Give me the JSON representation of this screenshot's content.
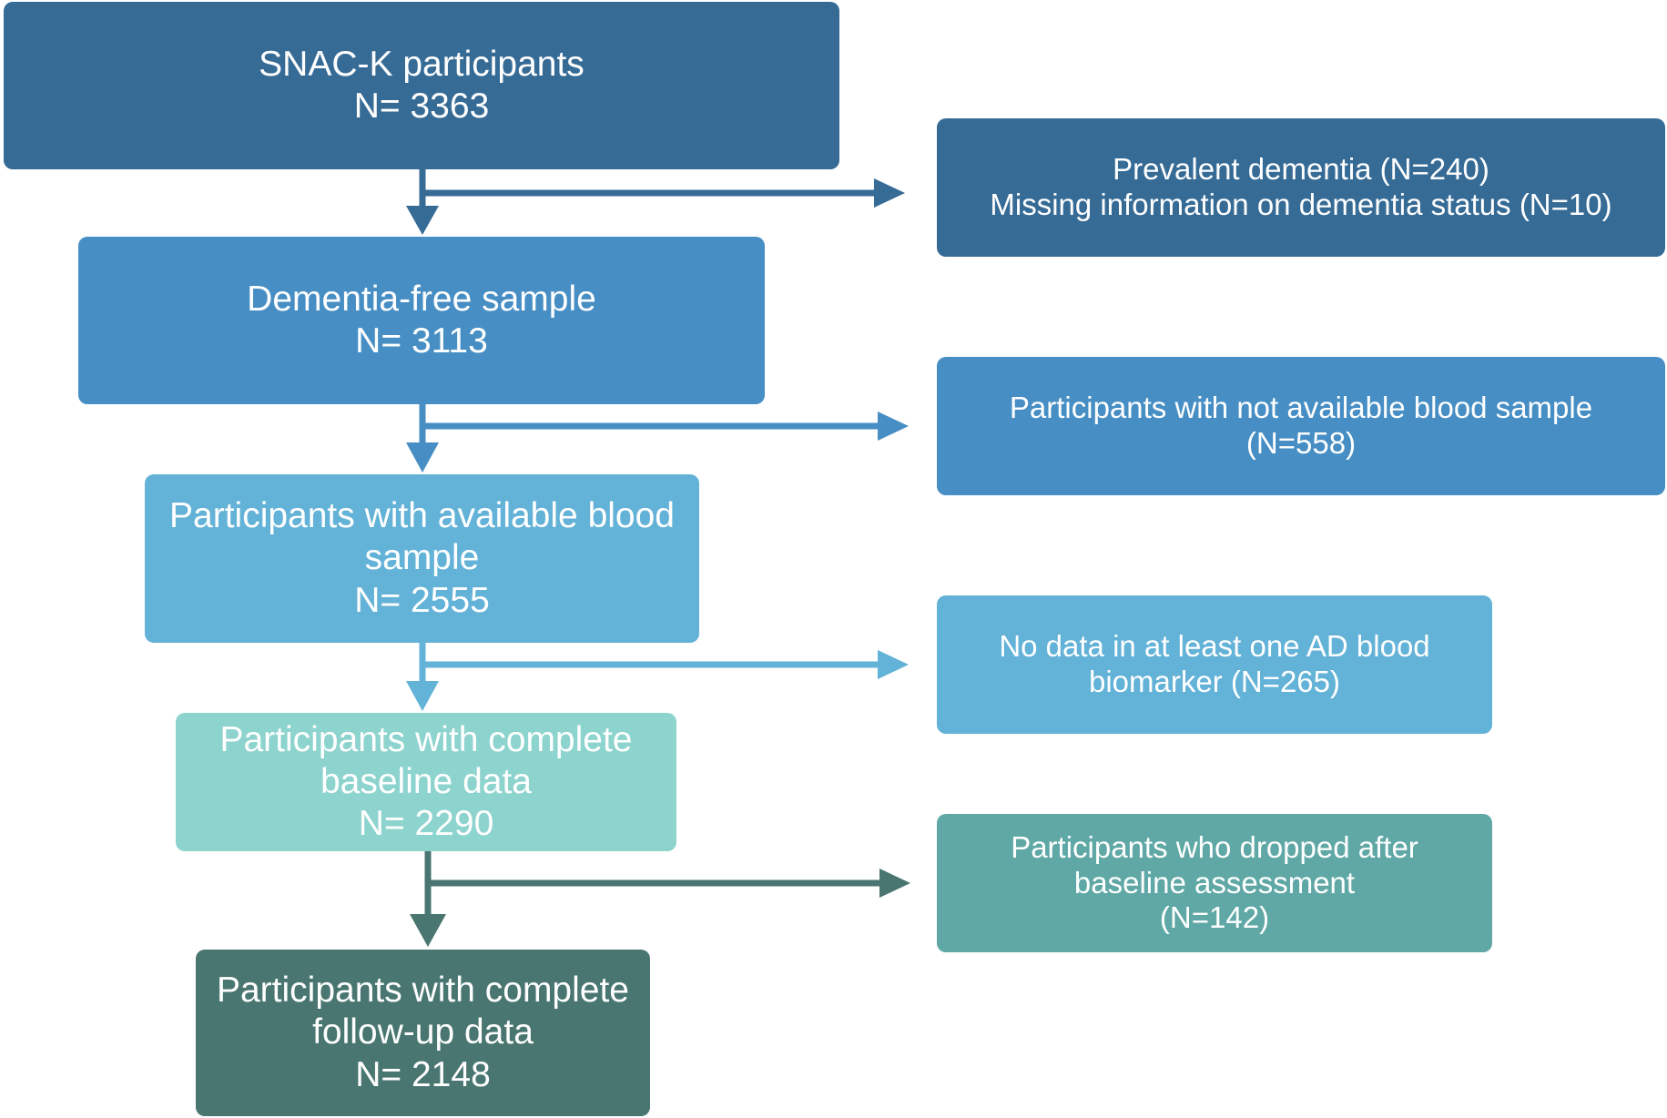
{
  "colors": {
    "level1": "#366b96",
    "level2": "#468ec4",
    "level3": "#63b2d7",
    "level4": "#8dd3ce",
    "level5": "#497670",
    "side4": "#5fa8a5"
  },
  "flow": {
    "steps": [
      {
        "label": "SNAC-K participants",
        "n": "N= 3363"
      },
      {
        "label": "Dementia-free sample",
        "n": "N= 3113"
      },
      {
        "label": "Participants with available blood\nsample",
        "n": "N= 2555"
      },
      {
        "label": "Participants with complete\nbaseline data",
        "n": "N= 2290"
      },
      {
        "label": "Participants with complete\nfollow-up data",
        "n": "N= 2148"
      }
    ],
    "exclusions": [
      {
        "lines": [
          "Prevalent dementia (N=240)",
          "Missing information on dementia status (N=10)"
        ]
      },
      {
        "lines": [
          "Participants with not available blood sample",
          "(N=558)"
        ]
      },
      {
        "lines": [
          "No data in at least one AD blood",
          "biomarker (N=265)"
        ]
      },
      {
        "lines": [
          "Participants who dropped after",
          "baseline assessment",
          "(N=142)"
        ]
      }
    ]
  }
}
